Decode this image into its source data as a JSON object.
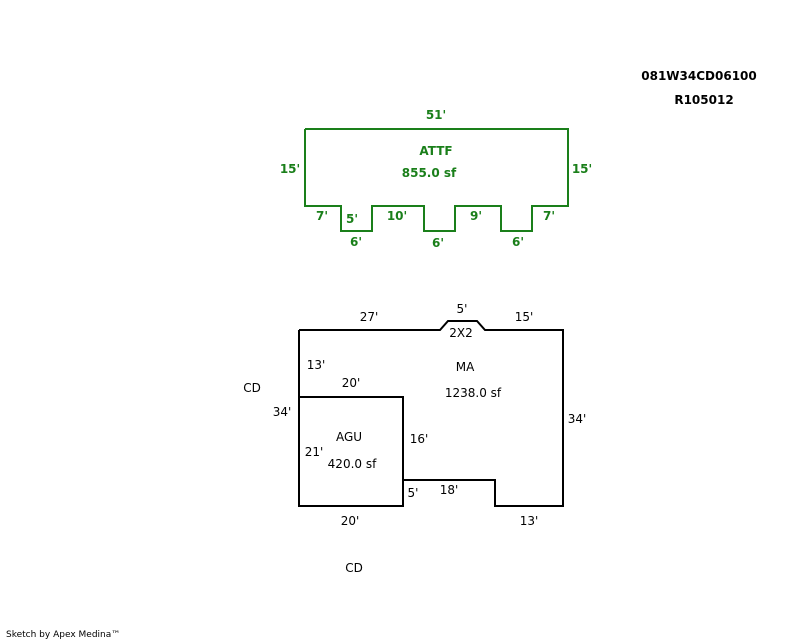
{
  "header": {
    "map_id": "081W34CD06100",
    "account_id": "R105012"
  },
  "colors": {
    "attf_outline": "#1a7f1a",
    "attf_text": "#1a7f1a",
    "main_outline": "#000000"
  },
  "attf": {
    "name": "ATTF",
    "area": "855.0 sf",
    "dims": {
      "top": "51'",
      "left": "15'",
      "right": "15'",
      "bottom_left_7": "7'",
      "notch1_depth": "5'",
      "notch1_width": "6'",
      "mid_10": "10'",
      "notch2_width": "6'",
      "mid_9": "9'",
      "notch3_width": "6'",
      "bottom_right_7": "7'"
    }
  },
  "main": {
    "name": "MA",
    "area": "1238.0 sf",
    "bump_label": "2X2",
    "dims": {
      "top_left": "27'",
      "bump": "5'",
      "top_right": "15'",
      "left_upper": "13'",
      "left_total": "34'",
      "right": "34'",
      "inner_16": "16'",
      "inner_18": "18'",
      "inner_5": "5'",
      "bottom_right": "13'"
    }
  },
  "agu": {
    "name": "AGU",
    "area": "420.0 sf",
    "dims": {
      "top": "20'",
      "left": "21'",
      "bottom": "20'"
    }
  },
  "side_labels": {
    "left": "CD",
    "bottom": "CD"
  },
  "footer": {
    "credit": "Sketch by Apex Medina™"
  }
}
